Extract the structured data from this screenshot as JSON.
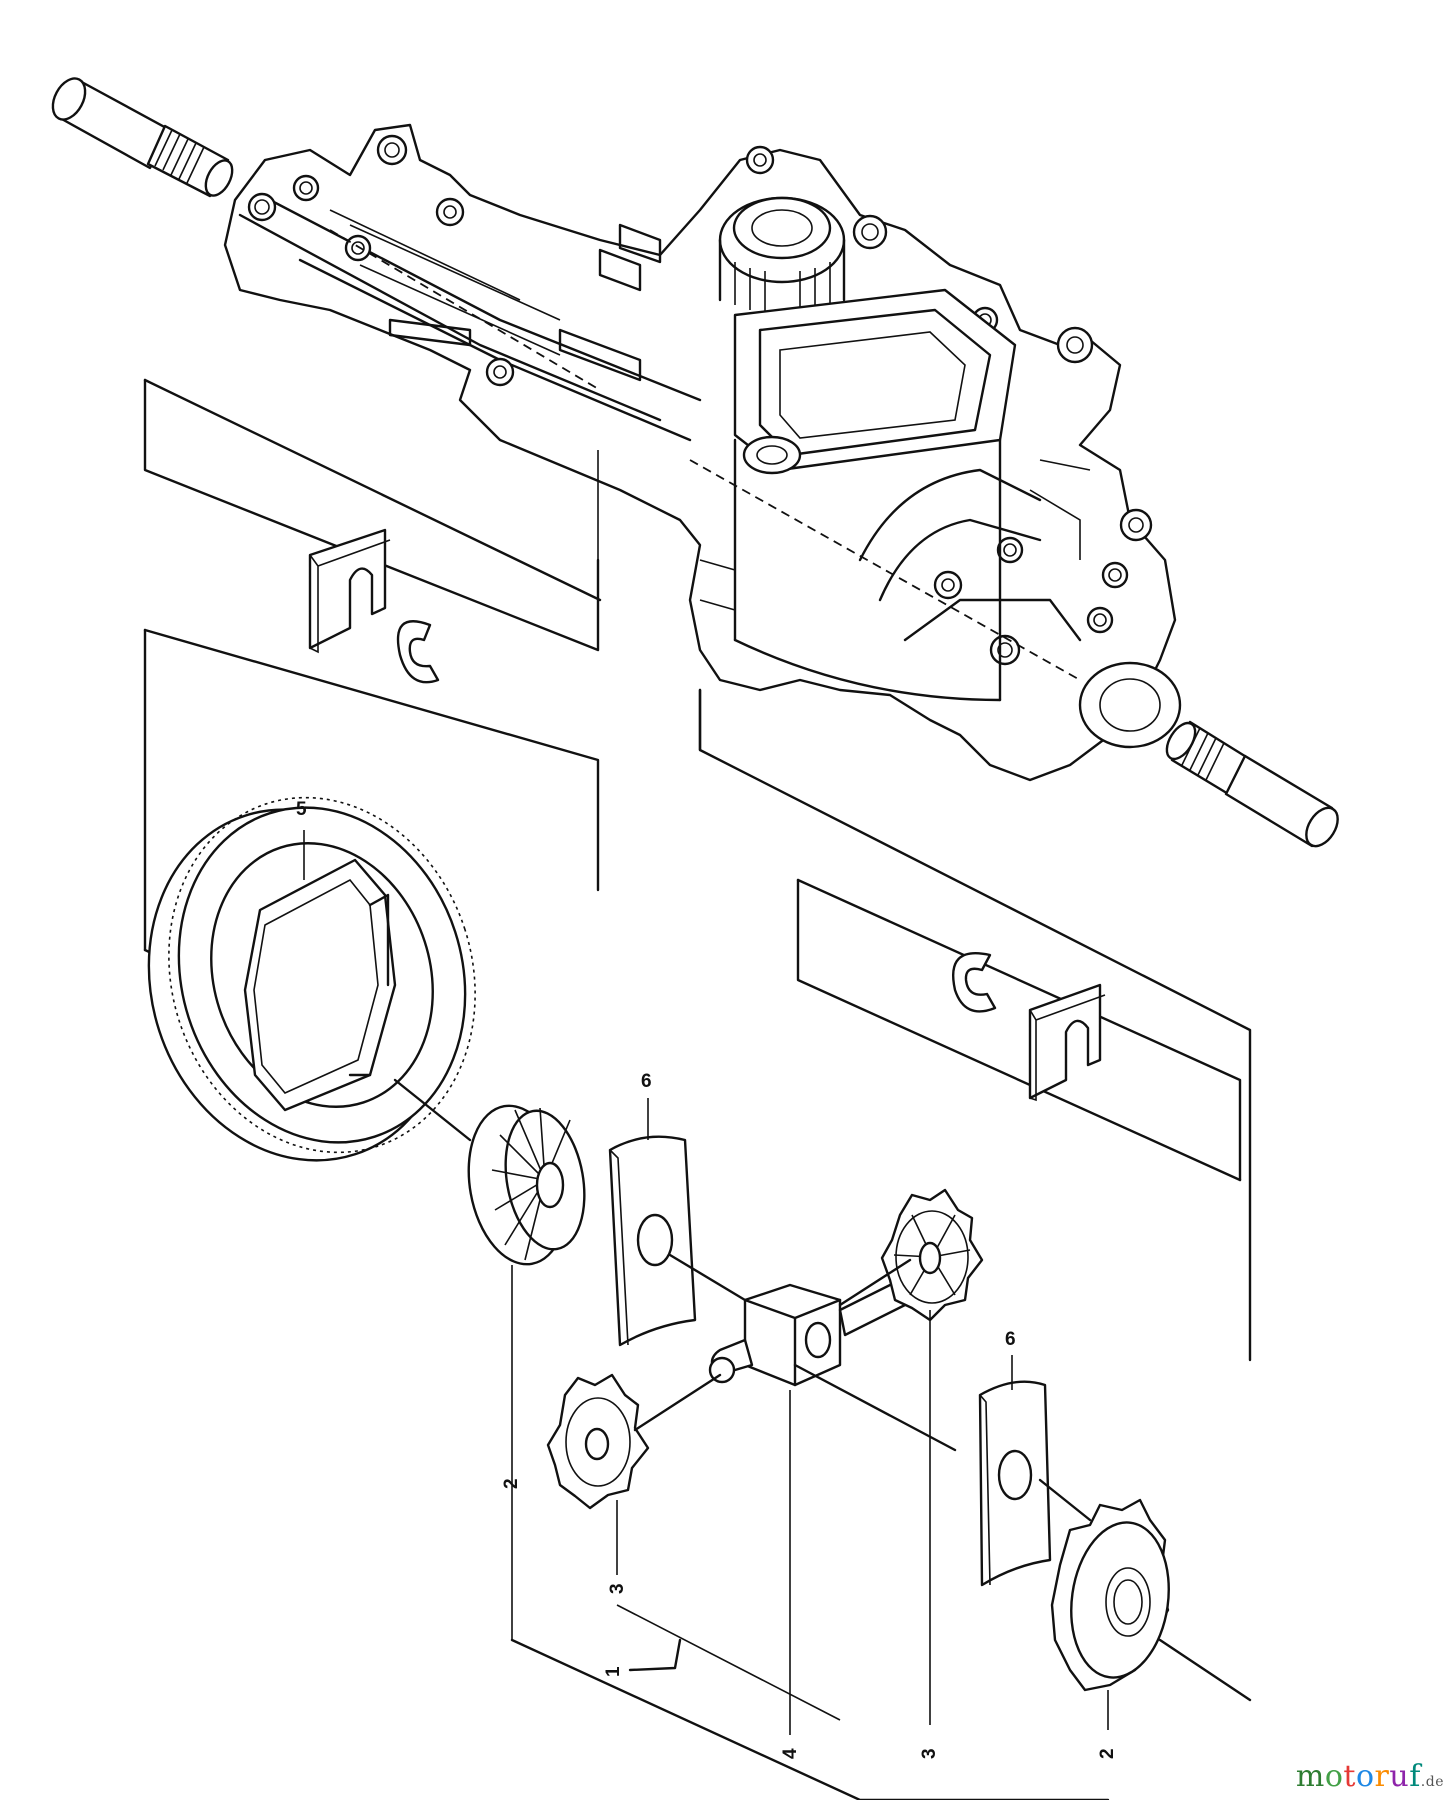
{
  "labels": {
    "part_1": "1",
    "part_2_left": "2",
    "part_2_right": "2",
    "part_3_left": "3",
    "part_3_right": "3",
    "part_4": "4",
    "part_5": "5",
    "part_6_left": "6",
    "part_6_right": "6"
  },
  "watermark": {
    "letters": [
      "m",
      "o",
      "t",
      "o",
      "r",
      "u",
      "f"
    ],
    "suffix": ".de",
    "colors": [
      "#2e7d32",
      "#43a047",
      "#e53935",
      "#1e88e5",
      "#fb8c00",
      "#8e24aa",
      "#00897b"
    ]
  }
}
